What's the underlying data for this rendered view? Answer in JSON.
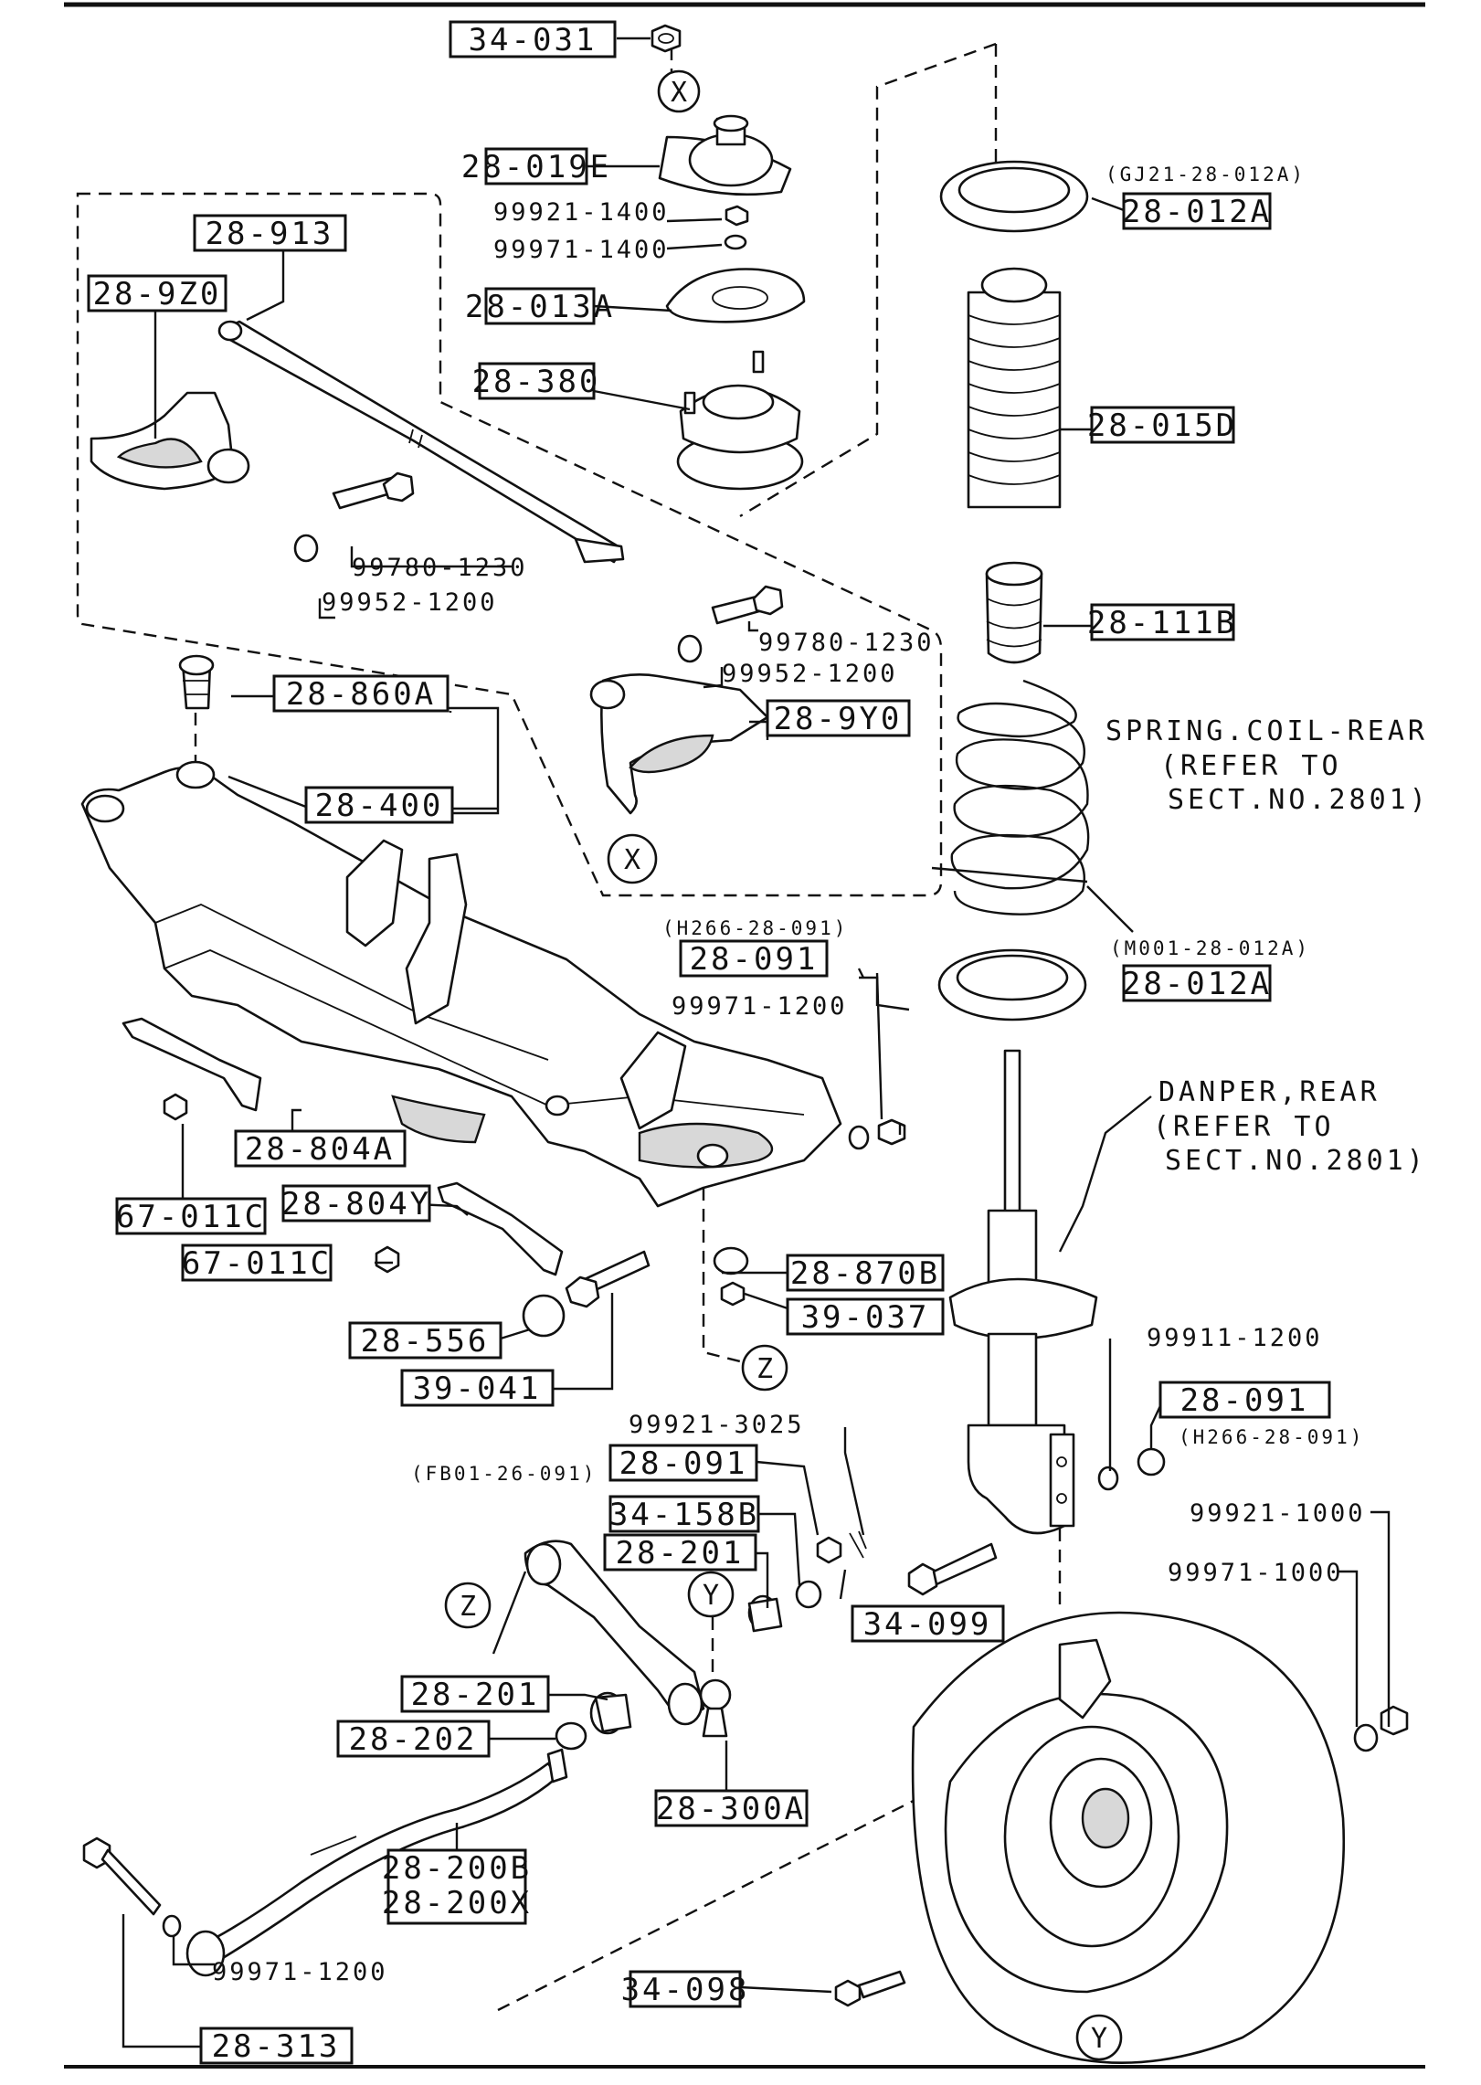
{
  "boxed_labels": {
    "p34_031": "34-031",
    "p28_019E": "28-019E",
    "p28_012A_top": "28-012A",
    "p28_913": "28-913",
    "p28_9Z0": "28-9Z0",
    "p28_013A": "28-013A",
    "p28_380": "28-380",
    "p28_015D": "28-015D",
    "p28_111B": "28-111B",
    "p28_860A": "28-860A",
    "p28_9Y0": "28-9Y0",
    "p28_400": "28-400",
    "p28_091_a": "28-091",
    "p28_012A_bot": "28-012A",
    "p28_804A": "28-804A",
    "p67_011C_a": "67-011C",
    "p28_804Y": "28-804Y",
    "p67_011C_b": "67-011C",
    "p28_870B": "28-870B",
    "p39_037": "39-037",
    "p28_556": "28-556",
    "p39_041": "39-041",
    "p28_091_b": "28-091",
    "p28_091_c": "28-091",
    "p34_158B": "34-158B",
    "p28_201_a": "28-201",
    "p34_099": "34-099",
    "p28_201_b": "28-201",
    "p28_202": "28-202",
    "p28_300A": "28-300A",
    "p28_200B": "28-200B",
    "p28_200X": "28-200X",
    "p34_098": "34-098",
    "p28_313": "28-313"
  },
  "plain_labels": {
    "p99921_1400": "99921-1400",
    "p99971_1400": "99971-1400",
    "p99780_1230_a": "99780-1230",
    "p99952_1200_a": "99952-1200",
    "p99780_1230_b": "99780-1230",
    "p99952_1200_b": "99952-1200",
    "p99971_1200_a": "99971-1200",
    "p99911_1200": "99911-1200",
    "p99921_3025": "99921-3025",
    "p99921_1000": "99921-1000",
    "p99971_1000": "99971-1000",
    "p99971_1200_b": "99971-1200"
  },
  "notes": {
    "gj21": "(GJ21-28-012A)",
    "h266_a": "(H266-28-091)",
    "m001": "(M001-28-012A)",
    "h266_b": "(H266-28-091)",
    "fb01": "(FB01-26-091)"
  },
  "callouts": {
    "spring_l1": "SPRING.COIL-REAR",
    "spring_l2": "(REFER TO",
    "spring_l3": "SECT.NO.2801)",
    "damper_l1": "DANPER,REAR",
    "damper_l2": "(REFER TO",
    "damper_l3": "SECT.NO.2801)"
  },
  "markers": {
    "x": "X",
    "y": "Y",
    "z": "Z"
  }
}
